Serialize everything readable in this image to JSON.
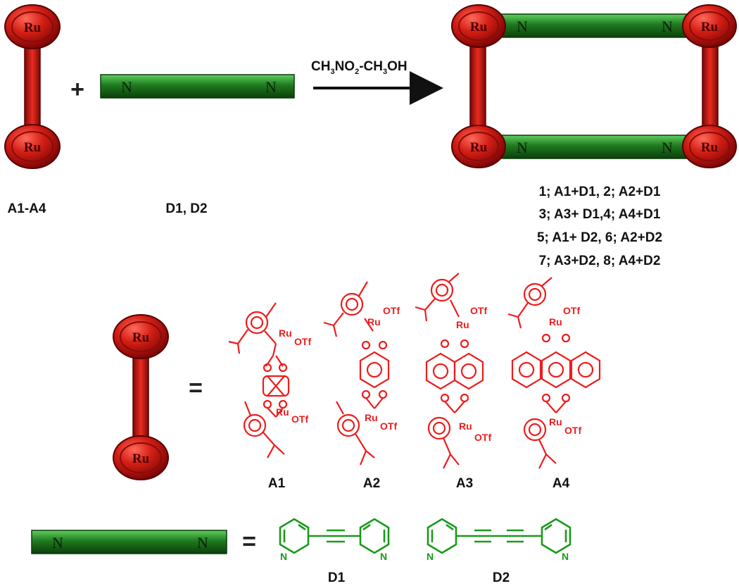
{
  "atoms": {
    "ru": "Ru",
    "n": "N",
    "otf": "OTf"
  },
  "symbols": {
    "plus": "+",
    "equals": "="
  },
  "reaction": {
    "conditions_parts": [
      "CH",
      "3",
      "NO",
      "2",
      "-CH",
      "3",
      "OH"
    ]
  },
  "labels": {
    "acceptors": "A1-A4",
    "donors": "D1, D2",
    "products": [
      "1; A1+D1, 2; A2+D1",
      "3; A3+ D1,4; A4+D1",
      "5; A1+ D2, 6; A2+D2",
      "7; A3+D2, 8; A4+D2"
    ],
    "acceptor_names": [
      "A1",
      "A2",
      "A3",
      "A4"
    ],
    "donor_names": [
      "D1",
      "D2"
    ]
  },
  "colors": {
    "ruthenium_red": "#c41414",
    "donor_green": "#1f7a1f",
    "acceptor_structure_red": "#ee1c1c",
    "donor_structure_green": "#1a9a1a"
  }
}
